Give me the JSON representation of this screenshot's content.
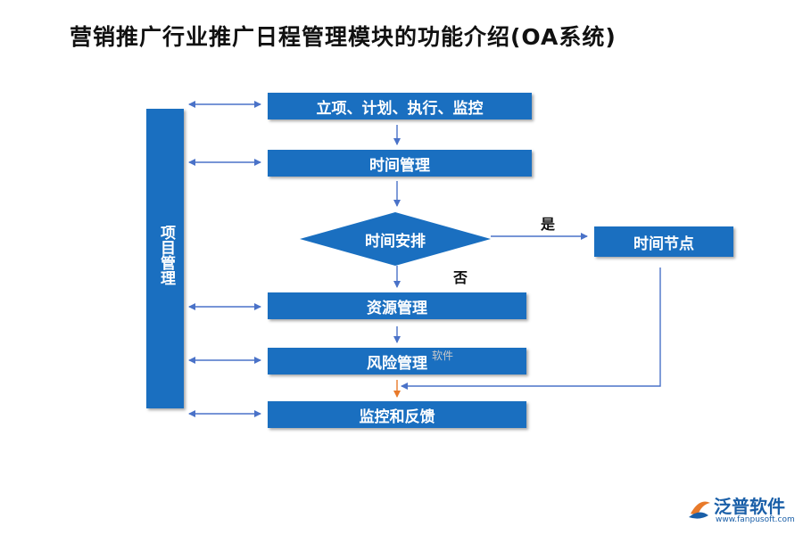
{
  "title": "营销推广行业推广日程管理模块的功能介绍(OA系统)",
  "side": {
    "label": "项目管理"
  },
  "boxes": {
    "initiation": "立项、计划、执行、监控",
    "time_mgmt": "时间管理",
    "schedule": "时间安排",
    "time_node": "时间节点",
    "resource": "资源管理",
    "risk": "风险管理",
    "monitor": "监控和反馈"
  },
  "labels": {
    "yes": "是",
    "no": "否"
  },
  "watermark": "软件",
  "logo": {
    "name": "泛普软件",
    "url": "www.fanpusoft.com"
  },
  "colors": {
    "box": "#1a6fc0",
    "arrow": "#4a72c8",
    "accent_arrow": "#e87a2a"
  }
}
